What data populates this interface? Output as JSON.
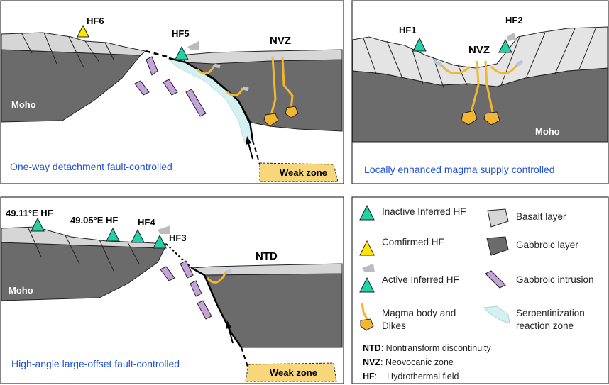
{
  "colors": {
    "basalt": "#d6d6d6",
    "gabbro": "#6b6b6b",
    "teal": "#1ed3a6",
    "yellow": "#ffe500",
    "magma": "#f2b632",
    "magma_dark": "#e3a21a",
    "intrusion": "#c3a3d9",
    "serp": "#d4f0f0",
    "caption": "#1e50d8",
    "weak_zone": "#f7d77a"
  },
  "panel_a": {
    "labels": {
      "hf6": "HF6",
      "hf5": "HF5",
      "nvz": "NVZ",
      "moho": "Moho",
      "weak_zone": "Weak zone"
    },
    "caption": "One-way detachment fault-controlled"
  },
  "panel_b": {
    "labels": {
      "hf1": "HF1",
      "hf2": "HF2",
      "nvz": "NVZ",
      "moho": "Moho"
    },
    "caption": "Locally enhanced magma supply controlled"
  },
  "panel_c": {
    "labels": {
      "hf_4911": "49.11°E HF",
      "hf_4905": "49.05°E HF",
      "hf4": "HF4",
      "hf3": "HF3",
      "ntd": "NTD",
      "moho": "Moho",
      "weak_zone": "Weak zone"
    },
    "caption": "High-angle large-offset fault-controlled"
  },
  "legend": {
    "items": [
      {
        "icon": "teal-triangle-icon",
        "label": "Inactive Inferred HF"
      },
      {
        "icon": "basalt-polygon-icon",
        "label": "Basalt layer"
      },
      {
        "icon": "yellow-triangle-icon",
        "label": "Comfirmed HF"
      },
      {
        "icon": "gabbro-polygon-icon",
        "label": "Gabbroic layer"
      },
      {
        "icon": "active-hf-icon",
        "label": "Active Inferred HF"
      },
      {
        "icon": "intrusion-icon",
        "label": "Gabbroic intrusion"
      },
      {
        "icon": "magma-dike-icon",
        "label_line1": "Magma body and",
        "label_line2": "Dikes"
      },
      {
        "icon": "serpentinization-icon",
        "label_line1": "Serpentinization",
        "label_line2": "reaction zone"
      }
    ],
    "abbreviations": [
      {
        "key": "NTD",
        "sep": ":",
        "text": " Nontransform discontinuity"
      },
      {
        "key": "NVZ",
        "sep": ":",
        "text": " Neovocanic zone"
      },
      {
        "key": "HF",
        "sep": ":",
        "text": "    Hydrothermal field"
      }
    ]
  }
}
